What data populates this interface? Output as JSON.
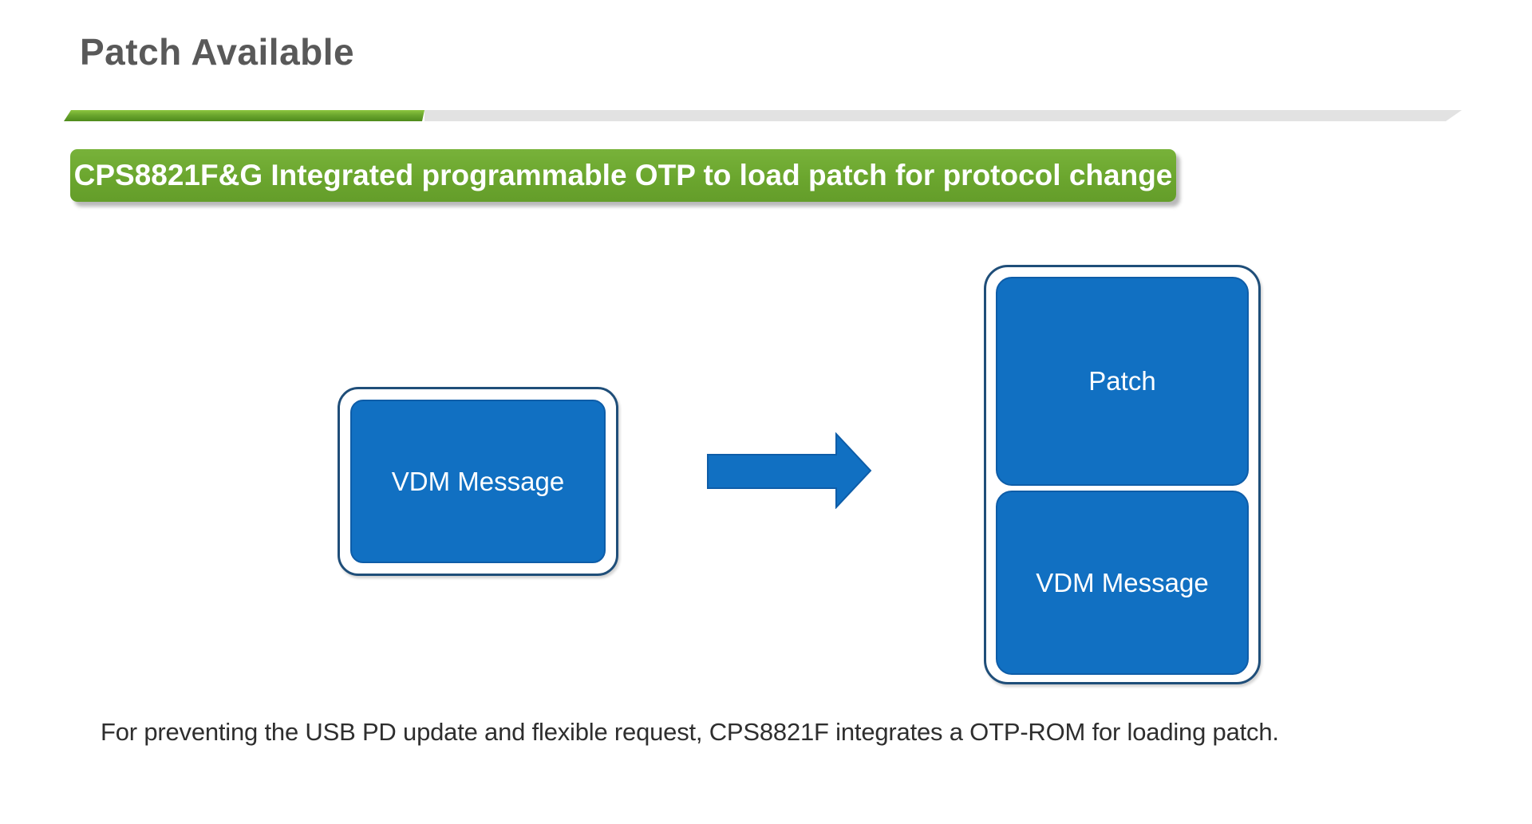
{
  "slide": {
    "title": "Patch Available",
    "banner": "CPS8821F&G Integrated programmable OTP to load patch for protocol change",
    "caption": "For preventing the USB PD update and flexible request, CPS8821F integrates a OTP-ROM for loading patch."
  },
  "diagram": {
    "left_box": "VDM Message",
    "arrow_icon": "right-arrow-icon",
    "right_stack": [
      "Patch",
      "VDM Message"
    ]
  },
  "colors": {
    "banner_green": "#6ba62e",
    "box_blue": "#1170c2",
    "box_border_blue": "#0e5da8",
    "group_border_navy": "#1f4e79",
    "title_gray": "#595959",
    "rule_gray": "#e2e2e2"
  }
}
